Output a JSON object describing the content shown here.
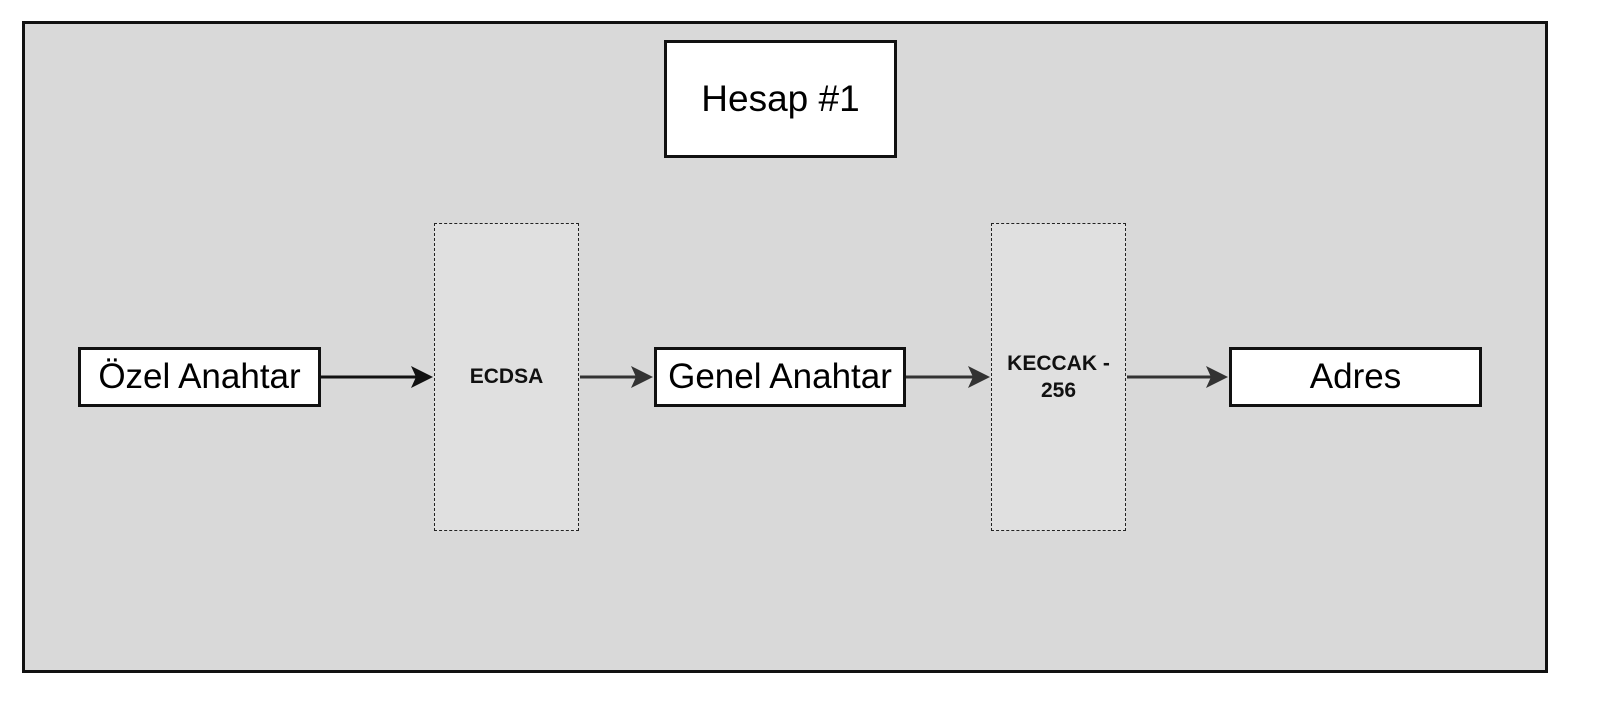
{
  "diagram": {
    "title": "Hesap #1",
    "nodes": {
      "private_key": "Özel Anahtar",
      "ecdsa": "ECDSA",
      "public_key": "Genel Anahtar",
      "keccak": "KECCAK - 256",
      "address": "Adres"
    },
    "edges": [
      {
        "from": "Özel Anahtar",
        "to": "ECDSA"
      },
      {
        "from": "ECDSA",
        "to": "Genel Anahtar"
      },
      {
        "from": "Genel Anahtar",
        "to": "KECCAK - 256"
      },
      {
        "from": "KECCAK - 256",
        "to": "Adres"
      }
    ],
    "colors": {
      "background": "#d9d9d9",
      "process_fill": "#e0e0e0",
      "node_fill": "#ffffff",
      "stroke": "#111111"
    }
  }
}
